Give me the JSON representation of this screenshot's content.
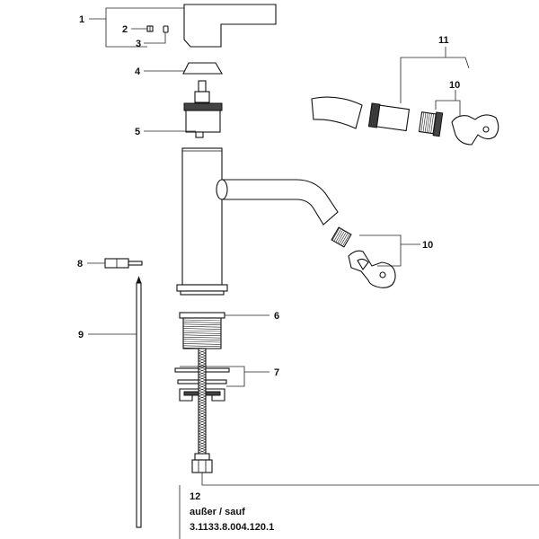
{
  "callouts": {
    "c1": "1",
    "c2": "2",
    "c3": "3",
    "c4": "4",
    "c5": "5",
    "c6": "6",
    "c7": "7",
    "c8": "8",
    "c9": "9",
    "c10a": "10",
    "c10b": "10",
    "c11": "11",
    "c12": "12"
  },
  "note": {
    "line1": "außer / sauf",
    "line2": "3.1133.8.004.120.1"
  }
}
